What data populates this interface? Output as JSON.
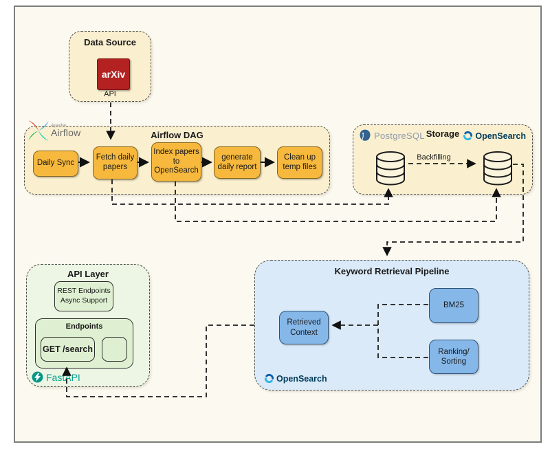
{
  "colors": {
    "canvas_bg": "#FCFAF0",
    "cream_fill": "#FAEFCF",
    "orange_fill": "#F6B83D",
    "arxiv_red": "#B32121",
    "green_outer": "#EDF5E4",
    "green_inner": "#DFF0D2",
    "blue_outer": "#DBEAF8",
    "blue_inner": "#85B7E9",
    "fastapi_teal": "#0BA08F",
    "opensearch_navy": "#003B5C"
  },
  "data_source": {
    "title": "Data Source",
    "arxiv_label": "arXiv",
    "api_label": "API"
  },
  "airflow_dag": {
    "title": "Airflow DAG",
    "logo_small": "Apache",
    "logo_name": "Airflow",
    "tasks": [
      "Daily Sync",
      "Fetch daily\npapers",
      "Index papers\nto\nOpenSearch",
      "generate\ndaily report",
      "Clean up\ntemp files"
    ]
  },
  "storage": {
    "title": "Storage",
    "postgresql_label": "PostgreSQL",
    "opensearch_label": "OpenSearch",
    "backfilling_label": "Backfilling"
  },
  "api_layer": {
    "title": "API Layer",
    "rest_box_label": "REST Endpoints\nAsync Support",
    "endpoints_label": "Endpoints",
    "get_search_label": "GET /search",
    "fastapi_label": "FastAPI"
  },
  "retrieval_pipeline": {
    "title": "Keyword Retrieval Pipeline",
    "retrieved_context_label": "Retrieved\nContext",
    "bm25_label": "BM25",
    "ranking_label": "Ranking/\nSorting",
    "opensearch_label": "OpenSearch"
  }
}
